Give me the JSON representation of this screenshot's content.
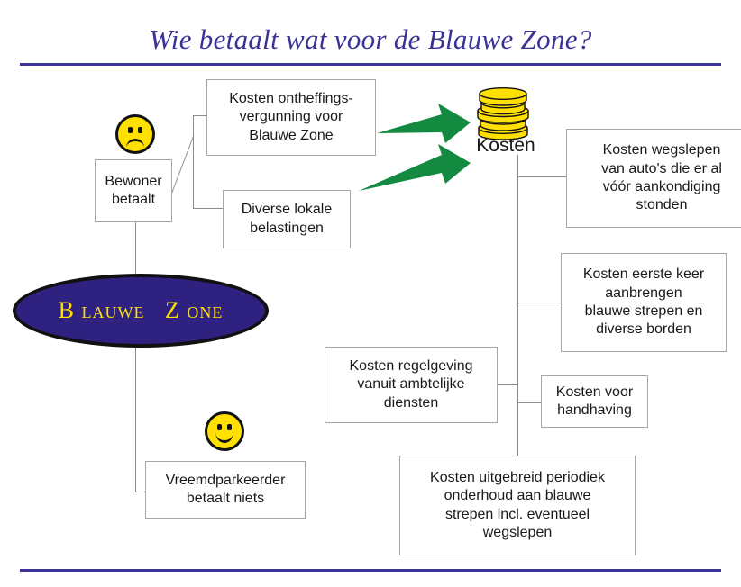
{
  "slide": {
    "title": "Wie betaalt wat voor de Blauwe Zone?",
    "accent_color": "#3b3296",
    "arrow_color": "#138a3f",
    "coin_color": "#ffe000",
    "ellipse_fill": "#2e2180",
    "ellipse_text_color": "#ffe000",
    "box_border_color": "#a6a6a6"
  },
  "center": {
    "label": "B lauwe   Z one",
    "icon": "ellipse-shape"
  },
  "costs_hub": {
    "label": "Kosten",
    "icon": "coin-stack-icon"
  },
  "faces": {
    "sad": "sad-face-icon",
    "happy": "happy-face-icon"
  },
  "nodes": {
    "bewoner": "Bewoner\nbetaalt",
    "ontheffing": "Kosten ontheffings-\nvergunning voor\nBlauwe Zone",
    "belastingen": "Diverse lokale\nbelastingen",
    "vreemdparkeerder": "Vreemdparkeerder\nbetaalt niets",
    "wegslepen": "Kosten wegslepen\nvan auto's die er al\nvóór aankondiging\nstonden",
    "eerste_keer": "Kosten eerste keer\naanbrengen\nblauwe strepen en\ndiverse borden",
    "regelgeving": "Kosten regelgeving\nvanuit ambtelijke\ndiensten",
    "handhaving": "Kosten voor\nhandhaving",
    "onderhoud": "Kosten uitgebreid periodiek\nonderhoud aan blauwe\nstrepen incl. eventueel\nwegslepen"
  }
}
